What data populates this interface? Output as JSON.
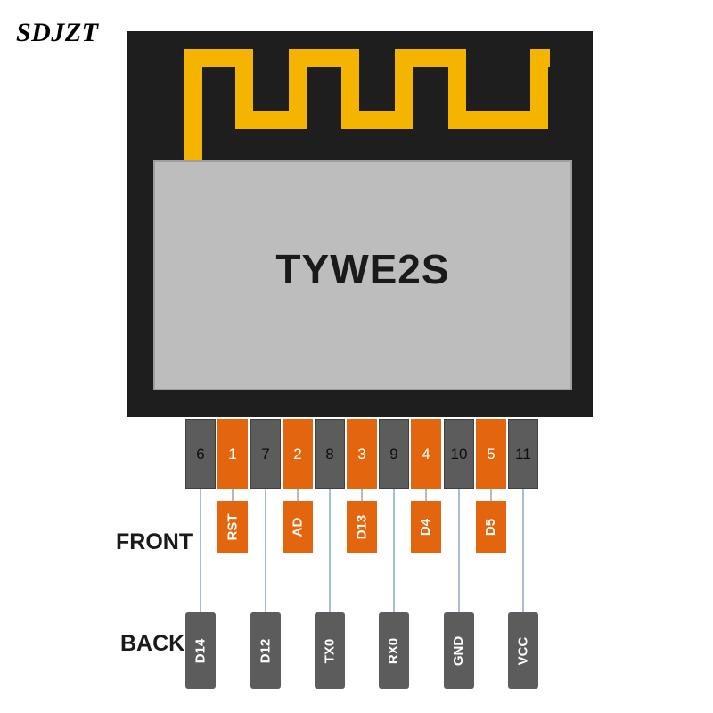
{
  "brand": "SDJZT",
  "module": {
    "label": "TYWE2S"
  },
  "colors": {
    "module_body": "#1e1e1e",
    "antenna": "#f4b400",
    "shield": "#bdbdbd",
    "pin_orange": "#e3650d",
    "pin_gray": "#5c5c5c",
    "lead_line": "#8aa6c8"
  },
  "pins": [
    {
      "number": "6",
      "kind": "gray"
    },
    {
      "number": "1",
      "kind": "orange"
    },
    {
      "number": "7",
      "kind": "gray"
    },
    {
      "number": "2",
      "kind": "orange"
    },
    {
      "number": "8",
      "kind": "gray"
    },
    {
      "number": "3",
      "kind": "orange"
    },
    {
      "number": "9",
      "kind": "gray"
    },
    {
      "number": "4",
      "kind": "orange"
    },
    {
      "number": "10",
      "kind": "gray"
    },
    {
      "number": "5",
      "kind": "orange"
    },
    {
      "number": "11",
      "kind": "gray"
    }
  ],
  "front": {
    "label": "FRONT",
    "tags": [
      "RST",
      "AD",
      "D13",
      "D4",
      "D5"
    ]
  },
  "back": {
    "label": "BACK",
    "tags": [
      "D14",
      "D12",
      "TX0",
      "RX0",
      "GND",
      "VCC"
    ]
  }
}
